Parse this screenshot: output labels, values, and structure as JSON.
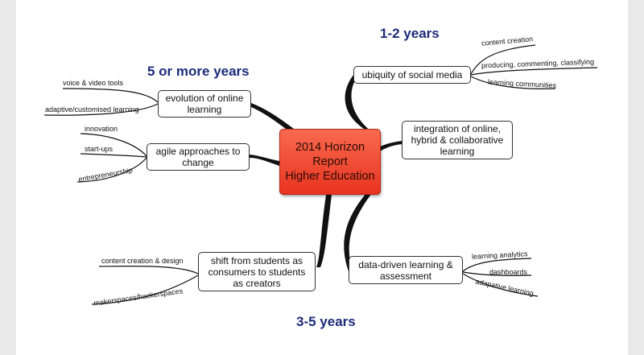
{
  "center": {
    "lines": [
      "2014 Horizon",
      "Report",
      "Higher Education"
    ]
  },
  "headings": {
    "short_term": "1-2 years",
    "long_term": "5 or more years",
    "mid_term": "3-5 years"
  },
  "branches": {
    "social_media": {
      "label": "ubiquity of social media",
      "leaves": [
        "content creation",
        "producing, commenting, classifying",
        "learning communities"
      ]
    },
    "integration": {
      "label": "integration of online, hybrid & collaborative learning"
    },
    "data_driven": {
      "label": "data-driven learning & assessment",
      "leaves": [
        "learning analytics",
        "dashboards",
        "adapative learning"
      ]
    },
    "shift": {
      "label": "shift from students as consumers to students as creators",
      "leaves": [
        "content creation & design",
        "makerspaces/hackerspaces"
      ]
    },
    "agile": {
      "label": "agile approaches to change",
      "leaves": [
        "innovation",
        "start-ups",
        "entrepreneurship"
      ]
    },
    "evolution": {
      "label": "evolution of online learning",
      "leaves": [
        "voice & video tools",
        "adaptive/customised learning"
      ]
    }
  }
}
